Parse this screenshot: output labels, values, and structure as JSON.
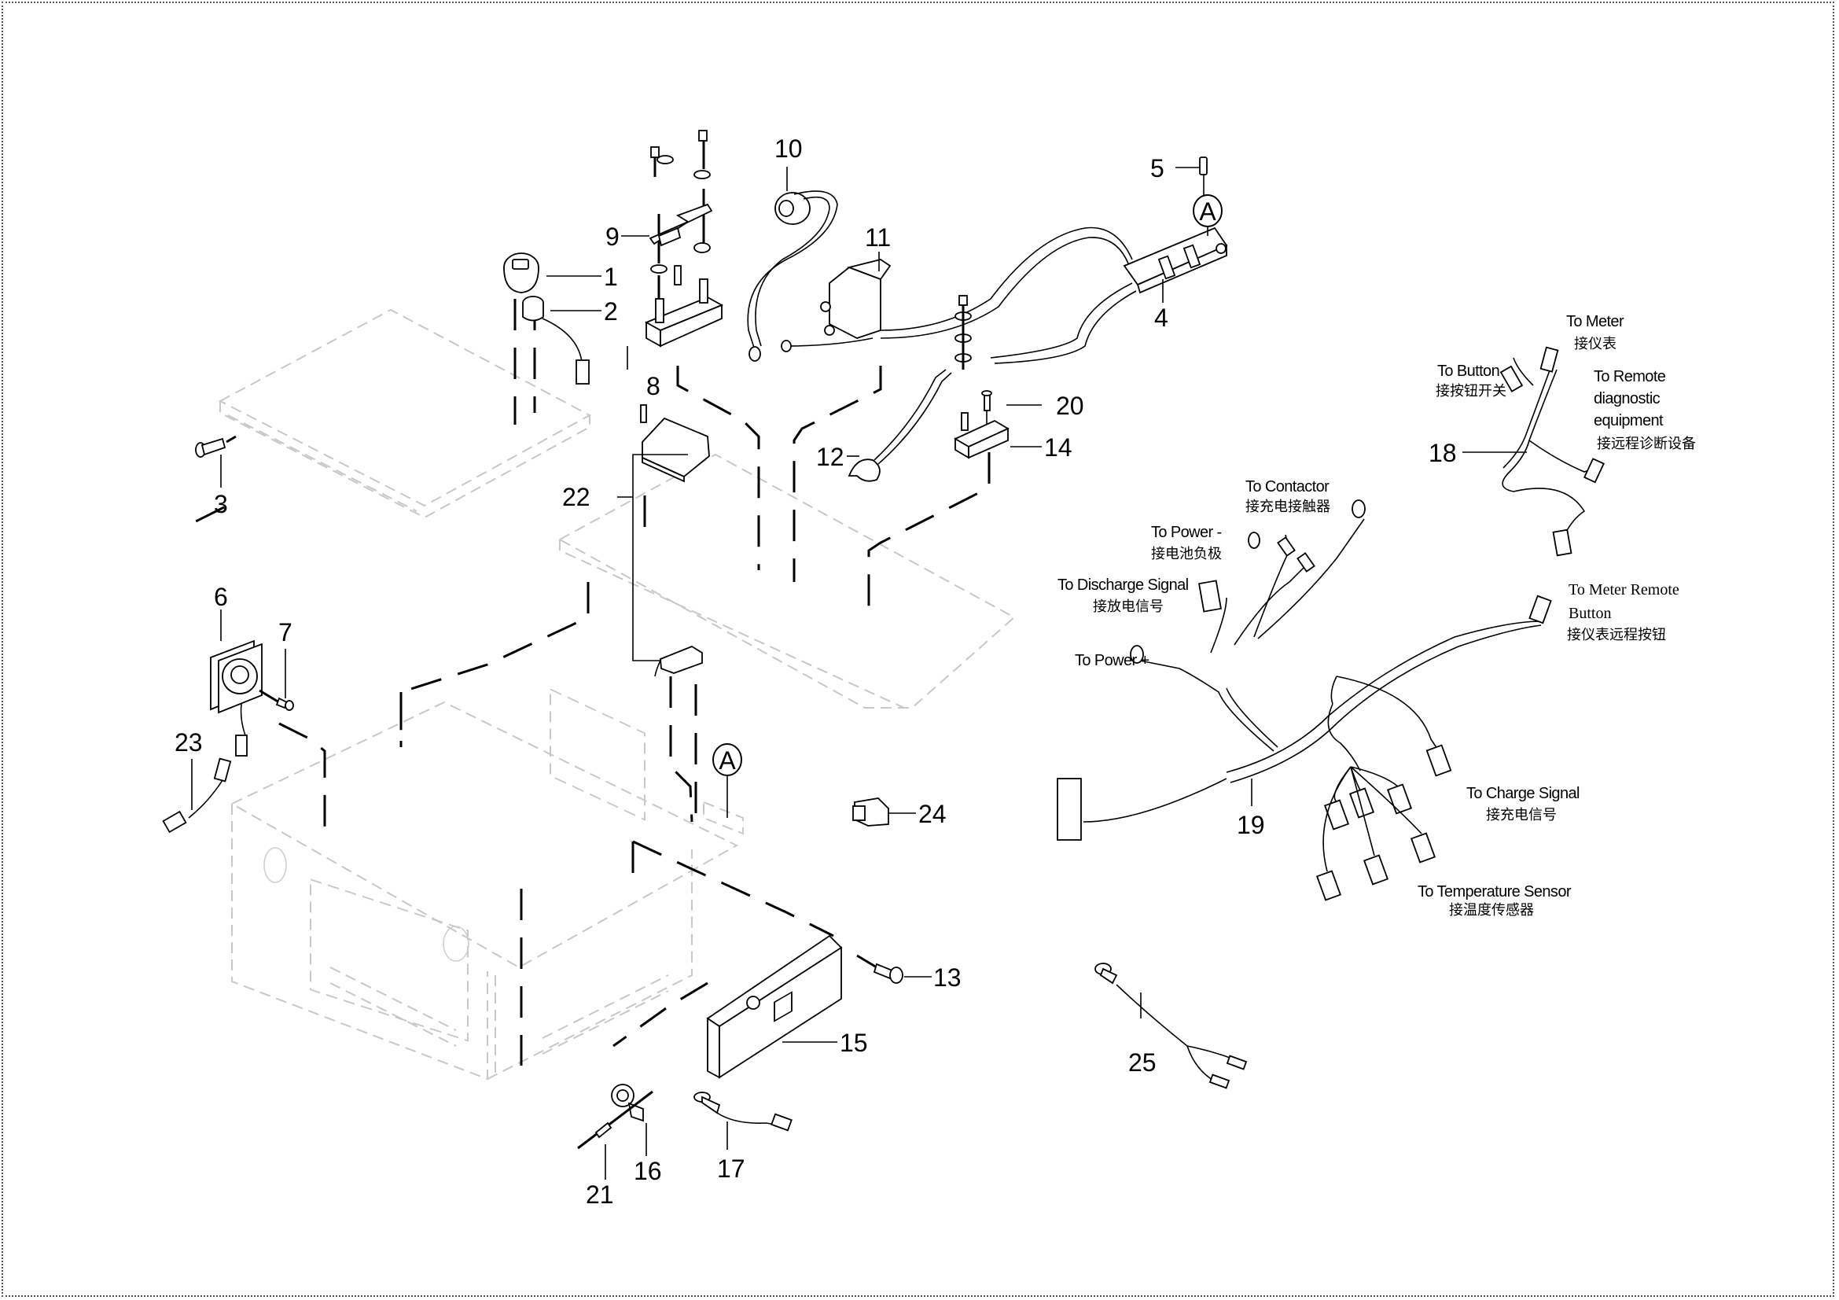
{
  "diagram": {
    "type": "exploded-parts-diagram",
    "callouts": [
      {
        "id": "1"
      },
      {
        "id": "2"
      },
      {
        "id": "3"
      },
      {
        "id": "4"
      },
      {
        "id": "5"
      },
      {
        "id": "6"
      },
      {
        "id": "7"
      },
      {
        "id": "8"
      },
      {
        "id": "9"
      },
      {
        "id": "10"
      },
      {
        "id": "11"
      },
      {
        "id": "12"
      },
      {
        "id": "13"
      },
      {
        "id": "14"
      },
      {
        "id": "15"
      },
      {
        "id": "16"
      },
      {
        "id": "17"
      },
      {
        "id": "18"
      },
      {
        "id": "19"
      },
      {
        "id": "20"
      },
      {
        "id": "21"
      },
      {
        "id": "22"
      },
      {
        "id": "23"
      },
      {
        "id": "24"
      },
      {
        "id": "25"
      }
    ],
    "reference_marker": "A",
    "harness18_notes": {
      "to_meter": {
        "en": "To Meter",
        "zh": "接仪表"
      },
      "to_button": {
        "en": "To Button",
        "zh": "接按钮开关"
      },
      "to_remote": {
        "en_line1": "To Remote",
        "en_line2": "diagnostic",
        "en_line3": "equipment",
        "zh": "接远程诊断设备"
      }
    },
    "harness19_notes": {
      "to_contactor": {
        "en": "To Contactor",
        "zh": "接充电接触器"
      },
      "to_power_neg": {
        "en": "To Power -",
        "zh": "接电池负极"
      },
      "to_discharge": {
        "en": "To Discharge Signal",
        "zh": "接放电信号"
      },
      "to_power_pos": {
        "en": "To Power +"
      },
      "to_meter_remote": {
        "en_line1": "To Meter Remote",
        "en_line2": "Button",
        "zh": "接仪表远程按钮"
      },
      "to_charge": {
        "en": "To Charge Signal",
        "zh": "接充电信号"
      },
      "to_temp": {
        "en": "To Temperature Sensor",
        "zh": "接温度传感器"
      }
    }
  }
}
